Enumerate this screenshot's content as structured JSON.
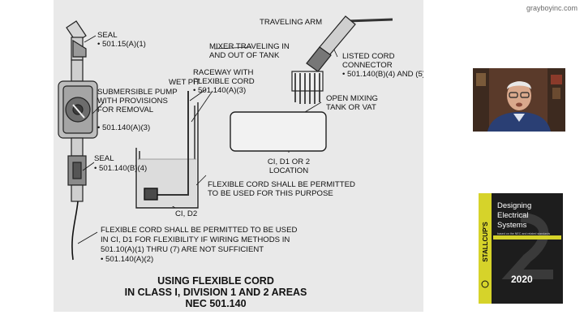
{
  "site_label": "grayboyinc.com",
  "diagram": {
    "labels": {
      "seal_top": "SEAL",
      "seal_top_ref": "• 501.15(A)(1)",
      "pump_1": "SUBMERSIBLE PUMP",
      "pump_2": "WITH PROVISIONS",
      "pump_3": "FOR REMOVAL",
      "pump_ref": "• 501.140(A)(3)",
      "seal_mid": "SEAL",
      "seal_mid_ref": "• 501.140(B)(4)",
      "wet_pit": "WET PIT",
      "raceway_1": "RACEWAY WITH",
      "raceway_2": "FLEXIBLE CORD",
      "raceway_ref": "• 501.140(A)(3)",
      "traveling_arm": "TRAVELING ARM",
      "mixer_1": "MIXER TRAVELING IN",
      "mixer_2": "AND OUT OF TANK",
      "connector_1": "LISTED CORD",
      "connector_2": "CONNECTOR",
      "connector_ref": "• 501.140(B)(4) AND (5)",
      "tank_1": "OPEN MIXING",
      "tank_2": "TANK OR VAT",
      "location_1": "CI, D1 OR 2",
      "location_2": "LOCATION",
      "flex_permit_1": "FLEXIBLE CORD SHALL BE PERMITTED",
      "flex_permit_2": "TO BE USED FOR THIS PURPOSE",
      "ci_d2": "CI, D2",
      "bottom_1": "FLEXIBLE CORD SHALL BE PERMITTED TO BE USED",
      "bottom_2": "IN CI, D1 FOR FLEXIBILITY IF WIRING METHODS IN",
      "bottom_3": "501.10(A)(1) THRU (7) ARE NOT SUFFICIENT",
      "bottom_ref": "• 501.140(A)(2)"
    },
    "title": {
      "line1": "USING FLEXIBLE CORD",
      "line2": "IN CLASS I, DIVISION 1 AND 2 AREAS",
      "line3": "NEC 501.140"
    }
  },
  "book": {
    "brand": "STALLCUP'S",
    "title_1": "Designing",
    "title_2": "Electrical",
    "title_3": "Systems",
    "subtitle": "based on the NEC and related standards",
    "year": "2020"
  }
}
